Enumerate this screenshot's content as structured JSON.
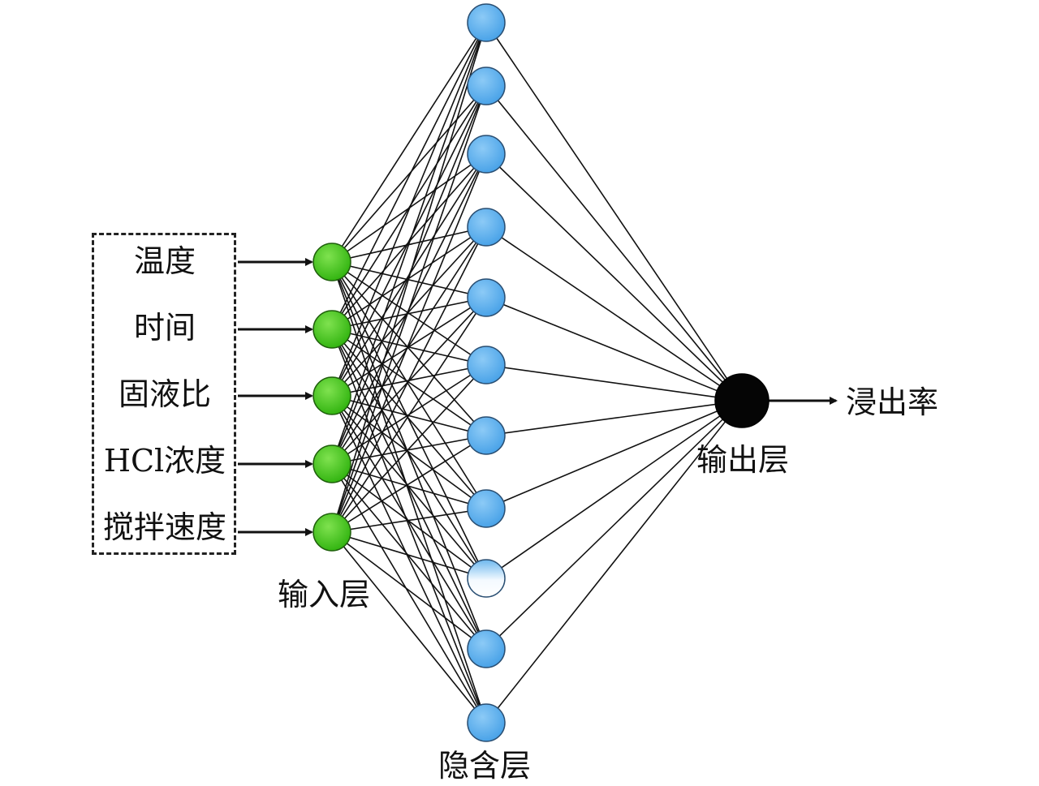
{
  "inputs": [
    "温度",
    "时间",
    "固液比",
    "HCl浓度",
    "搅拌速度"
  ],
  "layers": {
    "input": "输入层",
    "hidden": "隐含层",
    "output": "输出层"
  },
  "result": "浸出率",
  "hidden_node_count": 11,
  "colors": {
    "input_node": "#3ec31a",
    "hidden_node": "#5aaef0",
    "hidden_node_faded": "#e9f4fc",
    "output_node": "#050505",
    "line": "#111111"
  }
}
